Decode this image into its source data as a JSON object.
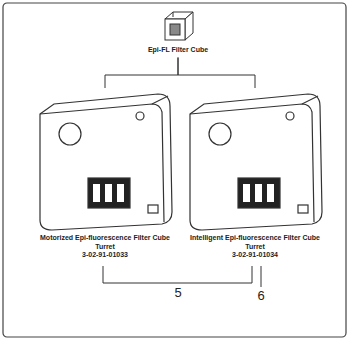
{
  "diagram": {
    "nodes": [
      {
        "text": [
          "Epi-FL Filter Cube"
        ]
      },
      {
        "text": [
          "Motorized Epi-fluorescence Filter Cube Turret",
          "3-02-91-01033"
        ]
      },
      {
        "text": [
          "Intelligent Epi-fluorescence Filter Cube Turret",
          "3-02-91-01034"
        ]
      }
    ],
    "edges": [
      {
        "from": 0,
        "to": 1,
        "arrow": "none"
      },
      {
        "from": 0,
        "to": 2,
        "arrow": "none"
      }
    ],
    "labels": [
      "5",
      "6"
    ]
  }
}
